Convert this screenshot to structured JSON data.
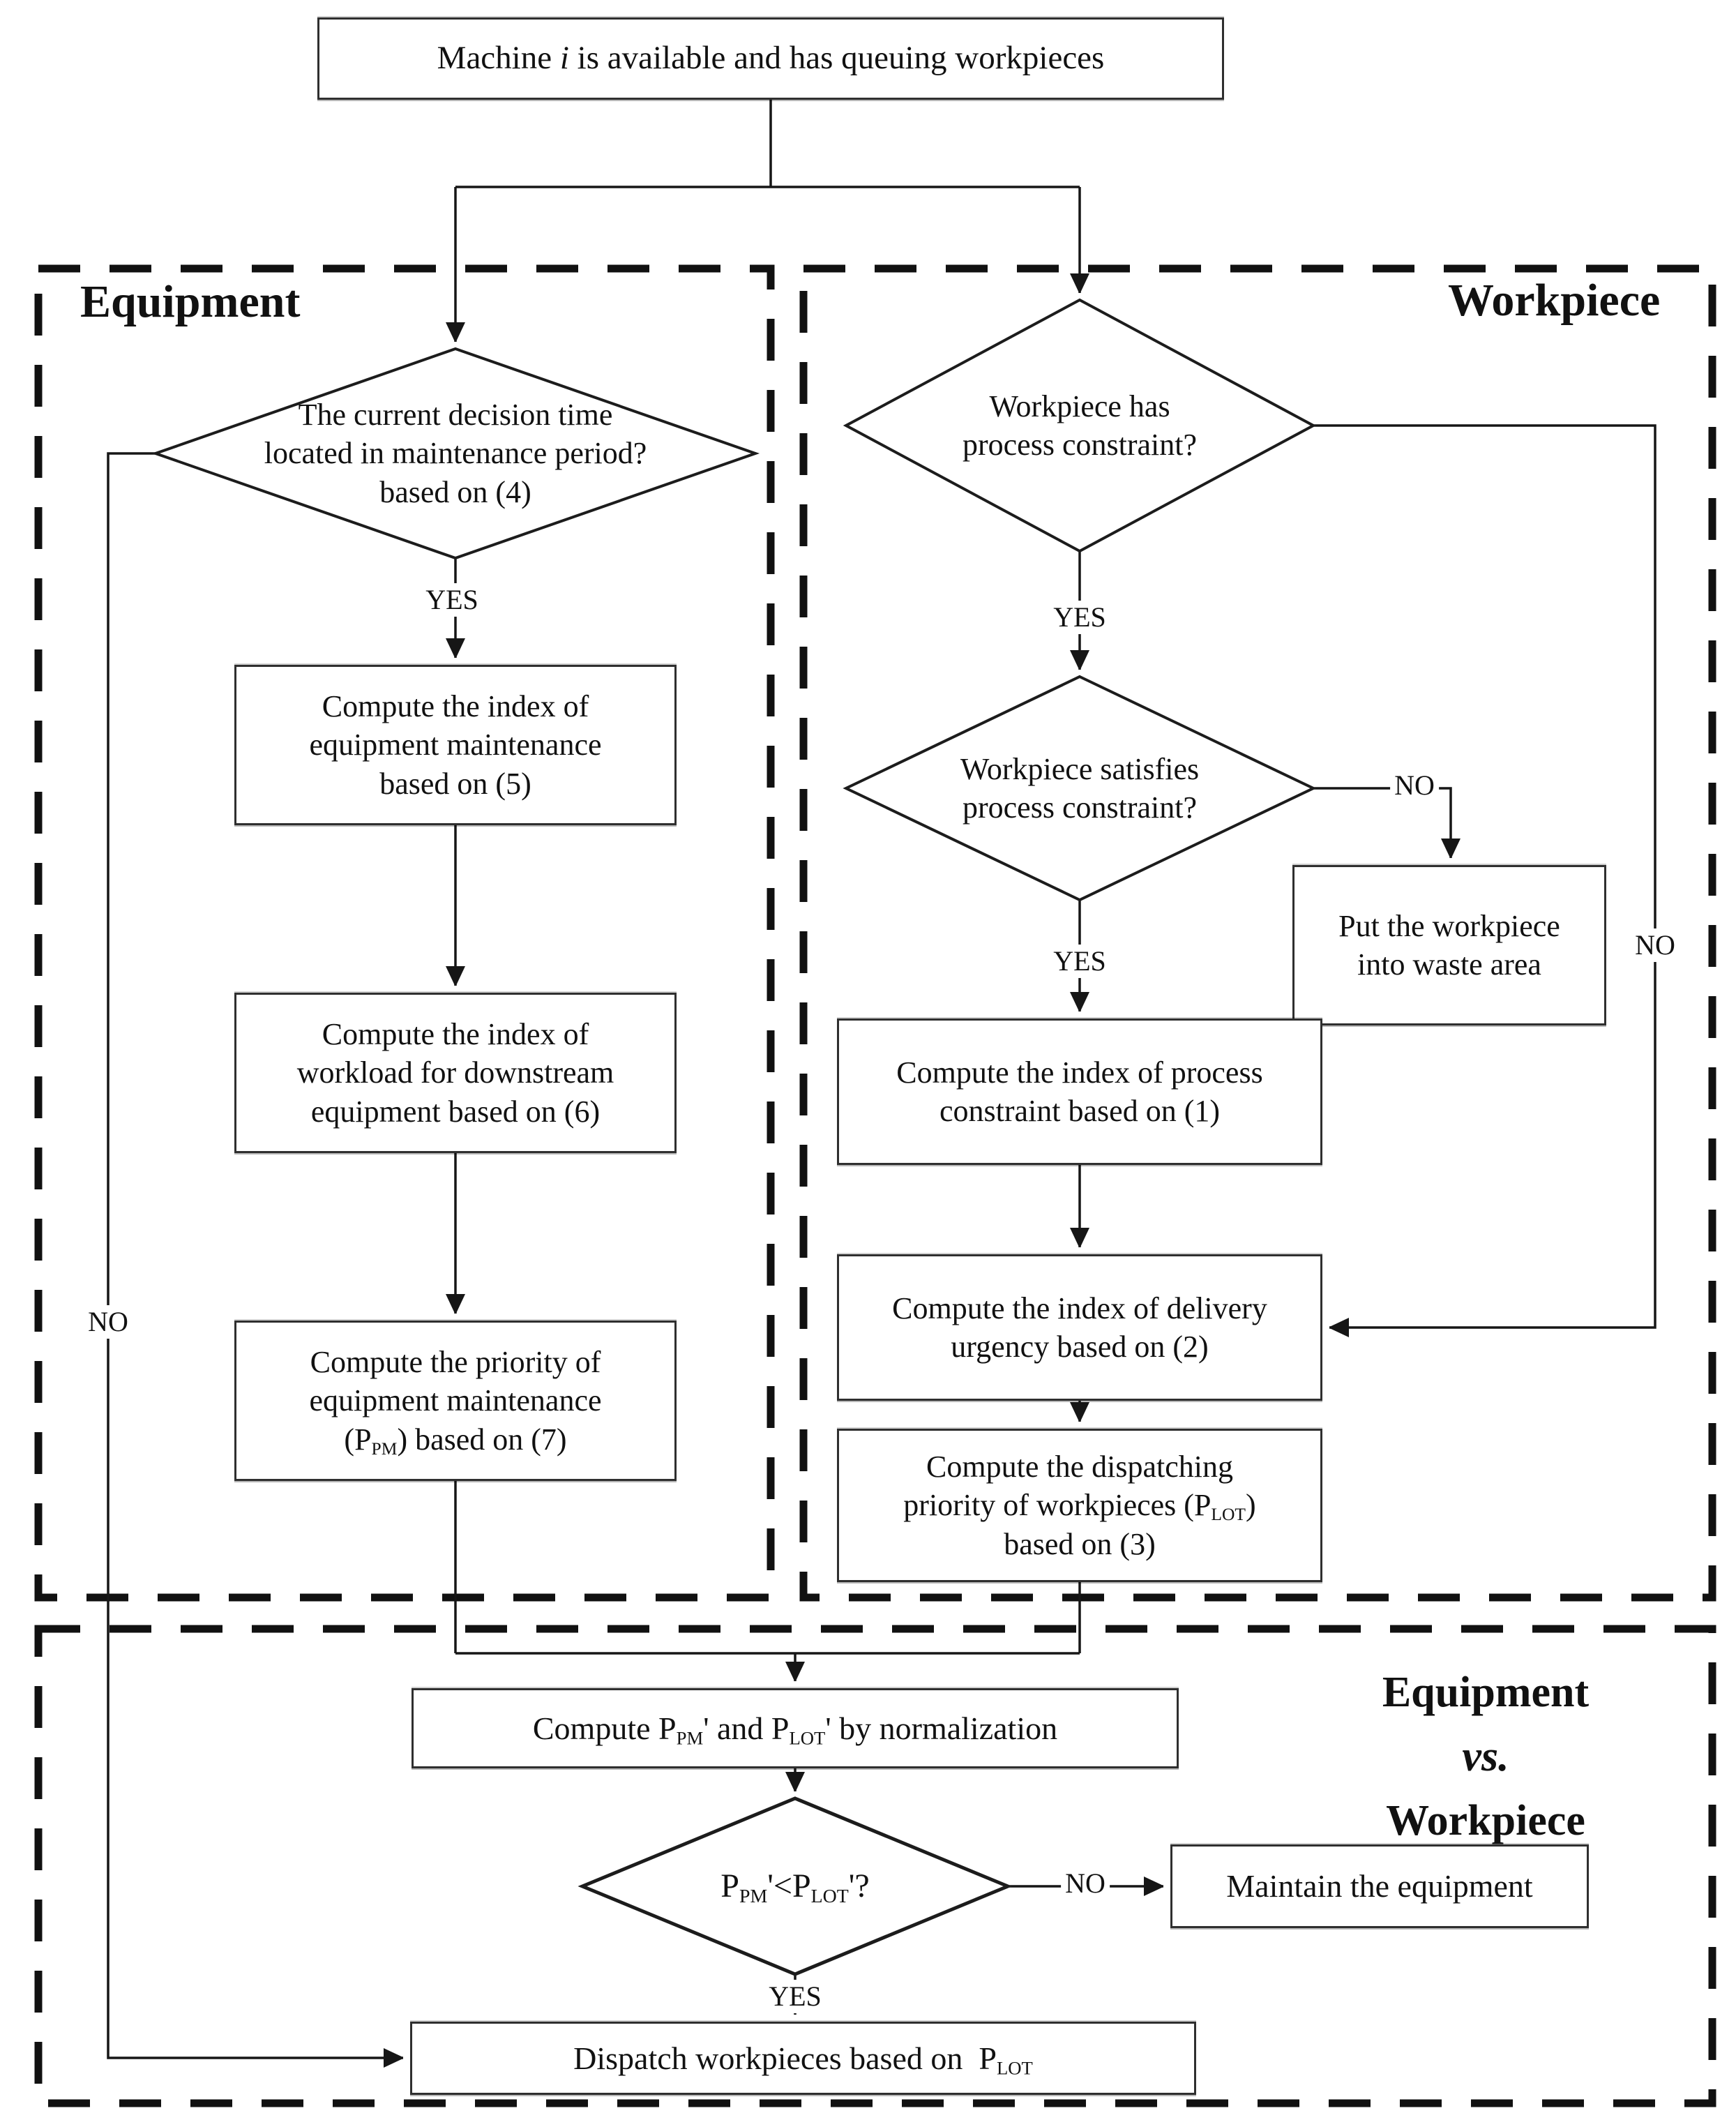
{
  "diagram": {
    "labels": {
      "yes": "YES",
      "no": "NO"
    },
    "regions": {
      "equipment": "Equipment",
      "workpiece": "Workpiece",
      "evw_line1": "Equipment",
      "evw_line2": "vs.",
      "evw_line3": "Workpiece"
    },
    "nodes": {
      "start": {
        "t1": "Machine ",
        "t2": "i",
        "t3": " is available and has queuing workpieces"
      },
      "d_maintenance_period": {
        "l1": "The current decision time",
        "l2": "located in maintenance period?",
        "l3": "based on (4)"
      },
      "b_equipment_maintenance": {
        "l1": "Compute the index of",
        "l2": "equipment maintenance",
        "l3": "based on (5)"
      },
      "b_downstream_workload": {
        "l1": "Compute the index of",
        "l2": "workload for downstream",
        "l3": "equipment based on (6)"
      },
      "b_maintenance_priority": {
        "l1": "Compute the priority of",
        "l2": "equipment maintenance",
        "l3a": "(P",
        "l3sub": "PM",
        "l3b": ") based on (7)"
      },
      "d_has_constraint": {
        "l1": "Workpiece has",
        "l2": "process constraint?"
      },
      "d_satisfies_constraint": {
        "l1": "Workpiece satisfies",
        "l2": "process constraint?"
      },
      "b_waste": {
        "l1": "Put the workpiece",
        "l2": "into waste area"
      },
      "b_process_constraint": {
        "l1": "Compute the index of process",
        "l2": "constraint based on (1)"
      },
      "b_delivery_urgency": {
        "l1": "Compute the index of delivery",
        "l2": "urgency based on (2)"
      },
      "b_dispatch_priority": {
        "l1": "Compute the dispatching",
        "l2a": "priority of workpieces (P",
        "l2sub": "LOT",
        "l2b": ")",
        "l3": "based on (3)"
      },
      "b_normalization": {
        "t1": "Compute P",
        "s1": "PM",
        "t2": "' and P",
        "s2": "LOT",
        "t3": "' by normalization"
      },
      "d_compare": {
        "t1": "P",
        "s1": "PM",
        "t2": "'<P",
        "s2": "LOT",
        "t3": "'?"
      },
      "b_maintain": {
        "l1": "Maintain the equipment"
      },
      "b_dispatch": {
        "t1": "Dispatch workpieces based on  P",
        "s1": "LOT"
      }
    },
    "colors": {
      "line": "#161616",
      "box_border": "#2f2f2f",
      "background": "#ffffff",
      "text": "#111111"
    }
  }
}
